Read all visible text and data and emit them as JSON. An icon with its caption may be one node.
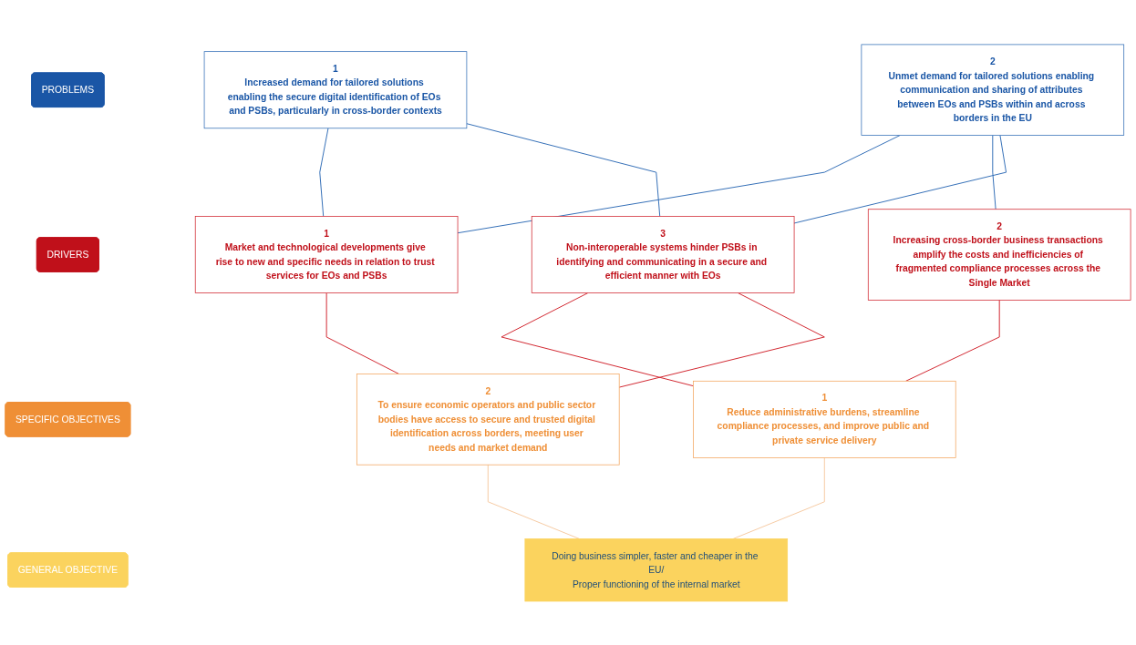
{
  "diagram": {
    "nodes": [
      {
        "text": [
          "PROBLEMS"
        ]
      },
      {
        "text": [
          "1",
          "Increased demand for tailored solutions enabling the secure digital identification of EOs and PSBs, particularly in cross-border contexts"
        ]
      },
      {
        "text": [
          "2",
          "Unmet demand for tailored solutions enabling communication and sharing of attributes between EOs and PSBs within and across borders in the EU"
        ]
      },
      {
        "text": [
          "DRIVERS"
        ]
      },
      {
        "text": [
          "1",
          "Market and technological developments give rise to new and specific needs in relation to trust services for EOs and PSBs"
        ]
      },
      {
        "text": [
          "2",
          "Increasing cross-border business transactions amplify the costs and inefficiencies of fragmented compliance processes across the Single Market"
        ]
      },
      {
        "text": [
          "3",
          "Non-interoperable systems hinder PSBs in identifying and communicating in a secure and efficient manner with EOs"
        ]
      },
      {
        "text": [
          "SPECIFIC OBJECTIVES"
        ]
      },
      {
        "text": [
          "1",
          "Reduce administrative burdens, streamline compliance processes, and improve public and private service delivery"
        ]
      },
      {
        "text": [
          "2",
          "To ensure economic operators and public sector bodies have access to secure and trusted digital identification across borders, meeting user needs and market demand"
        ]
      },
      {
        "text": [
          "GENERAL OBJECTIVE"
        ]
      },
      {
        "text": [
          "Doing business simpler, faster and cheaper in the EU/",
          "Proper functioning of the internal market"
        ]
      }
    ],
    "edges": [
      {
        "from": 1,
        "to": 4,
        "arrow": "none",
        "color": "#2e6bb5"
      },
      {
        "from": 1,
        "to": 6,
        "arrow": "none",
        "color": "#2e6bb5"
      },
      {
        "from": 2,
        "to": 4,
        "arrow": "none",
        "color": "#2e6bb5"
      },
      {
        "from": 2,
        "to": 5,
        "arrow": "none",
        "color": "#2e6bb5"
      },
      {
        "from": 2,
        "to": 6,
        "arrow": "none",
        "color": "#2e6bb5"
      },
      {
        "from": 4,
        "to": 9,
        "arrow": "none",
        "color": "#d0202a"
      },
      {
        "from": 5,
        "to": 8,
        "arrow": "none",
        "color": "#d0202a"
      },
      {
        "from": 6,
        "to": 8,
        "arrow": "none",
        "color": "#d0202a"
      },
      {
        "from": 6,
        "to": 9,
        "arrow": "none",
        "color": "#d0202a"
      },
      {
        "from": 8,
        "to": 11,
        "arrow": "none",
        "color": "#f6c9a0"
      },
      {
        "from": 9,
        "to": 11,
        "arrow": "none",
        "color": "#f6c9a0"
      }
    ]
  }
}
